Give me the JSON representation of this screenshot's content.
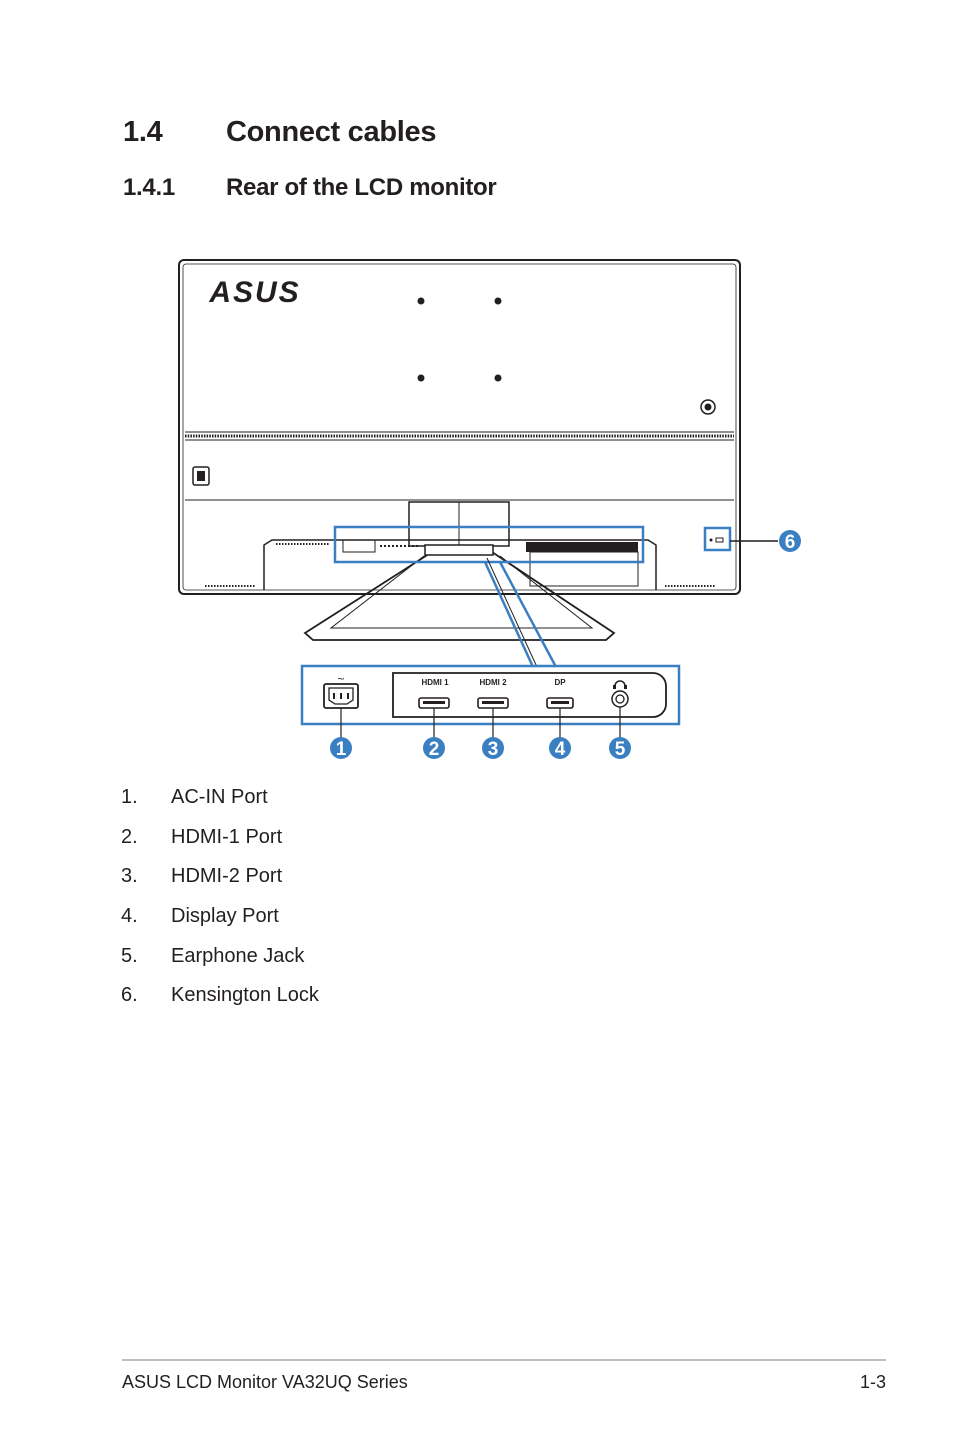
{
  "section": {
    "number": "1.4",
    "title": "Connect cables"
  },
  "subsection": {
    "number": "1.4.1",
    "title": "Rear of the LCD monitor"
  },
  "diagram": {
    "brand_logo": "ASUS",
    "port_labels": {
      "hdmi1": "HDMI 1",
      "hdmi2": "HDMI 2",
      "dp": "DP"
    },
    "callouts": [
      "1",
      "2",
      "3",
      "4",
      "5",
      "6"
    ],
    "accent_color": "#3a7fc1"
  },
  "ports": [
    {
      "num": "1.",
      "label": "AC-IN Port"
    },
    {
      "num": "2.",
      "label": "HDMI-1 Port"
    },
    {
      "num": "3.",
      "label": "HDMI-2 Port"
    },
    {
      "num": "4.",
      "label": "Display Port"
    },
    {
      "num": "5.",
      "label": "Earphone Jack"
    },
    {
      "num": "6.",
      "label": "Kensington Lock"
    }
  ],
  "footer": {
    "left": "ASUS LCD Monitor VA32UQ Series",
    "right": "1-3"
  }
}
